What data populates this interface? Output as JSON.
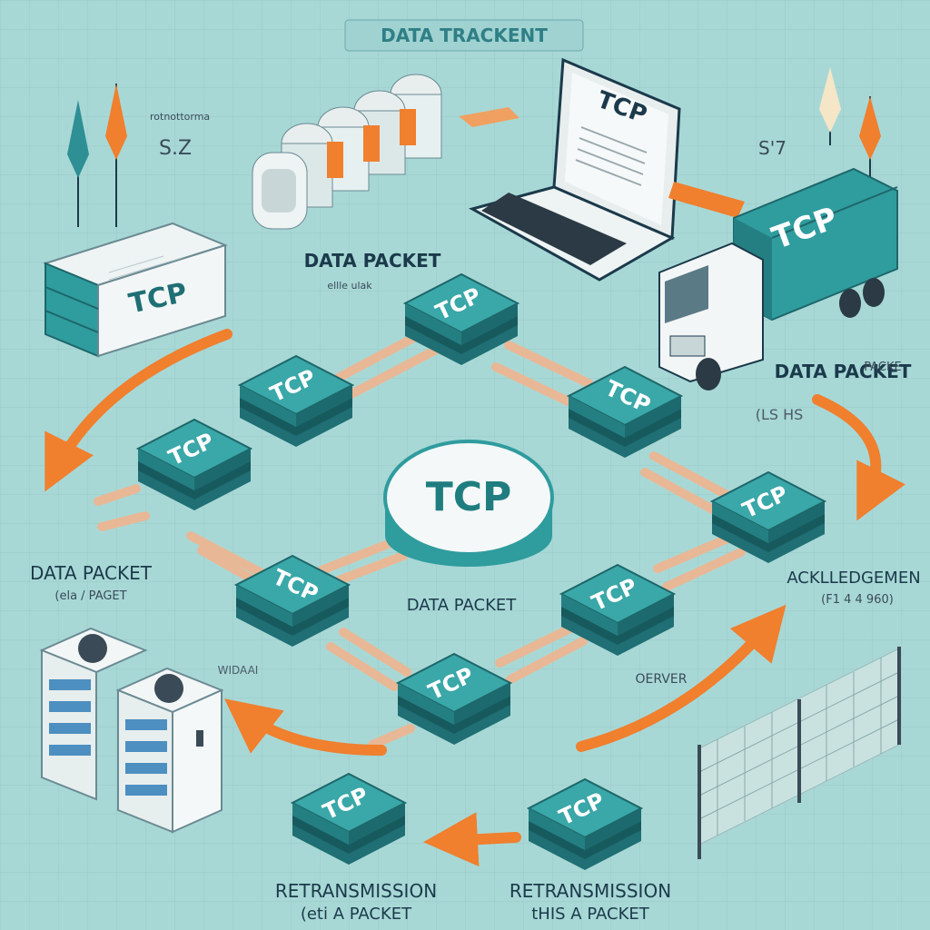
{
  "title": "DATA TRACKENT",
  "colors": {
    "background": "#a8d8d6",
    "node_top": "#2f9c9e",
    "node_side": "#1f6f74",
    "cable": "#f0c8a8",
    "arrow": "#f07f2e",
    "ink": "#1b3a4b"
  },
  "top_left_fragment": "S.Z",
  "top_right_fragment": "S'7",
  "top_left_tiny": "rotnottorma",
  "tcp_label": "TCP",
  "center_label": "TCP",
  "labels": {
    "data_packet_top": "DATA PACKET",
    "data_packet_top_sub": "ellle ulak",
    "data_packet_right": "DATA PACKET",
    "data_packet_right_sub": "PACKE",
    "data_packet_left": "DATA PACKET",
    "data_packet_left_sub": "(ela / PAGET",
    "data_packet_center": "DATA PACKET",
    "acknowledgement": "ACKLLEDGEMEN",
    "acknowledgement_sub": "(F1 4 4 960)",
    "server": "OERVER",
    "server_left_fragment": "WIDAAI",
    "retransmission_left": "RETRANSMISSION",
    "retransmission_left_sub": "(eti A PACKET",
    "retransmission_right": "RETRANSMISSION",
    "retransmission_right_sub": "tHIS A PACKET",
    "right_scribble": "(LS HS"
  }
}
